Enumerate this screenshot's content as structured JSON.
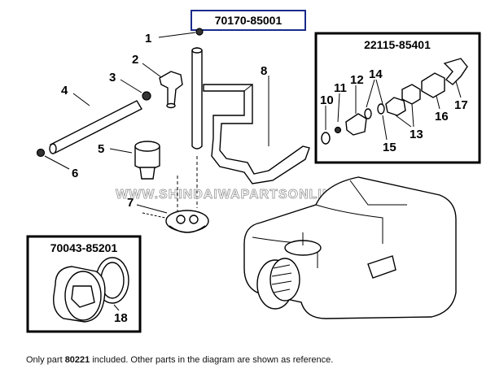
{
  "diagram": {
    "main_part_number": "70170-85001",
    "box_carb_part_number": "22115-85401",
    "box_cap_part_number": "70043-85201",
    "watermark": "WWW.SHINDAIWAPARTSONLINE.COM",
    "labels": {
      "l1": "1",
      "l2": "2",
      "l3": "3",
      "l4": "4",
      "l5": "5",
      "l6": "6",
      "l7": "7",
      "l8": "8",
      "l10": "10",
      "l11": "11",
      "l12": "12",
      "l13": "13",
      "l14": "14",
      "l15": "15",
      "l16": "16",
      "l17": "17",
      "l18": "18"
    },
    "colors": {
      "highlight_box": "#1a2a8a",
      "ink": "#000000"
    }
  },
  "footer": {
    "prefix": "Only part ",
    "part": "80221",
    "suffix": " included. Other parts in the diagram are shown as reference."
  }
}
